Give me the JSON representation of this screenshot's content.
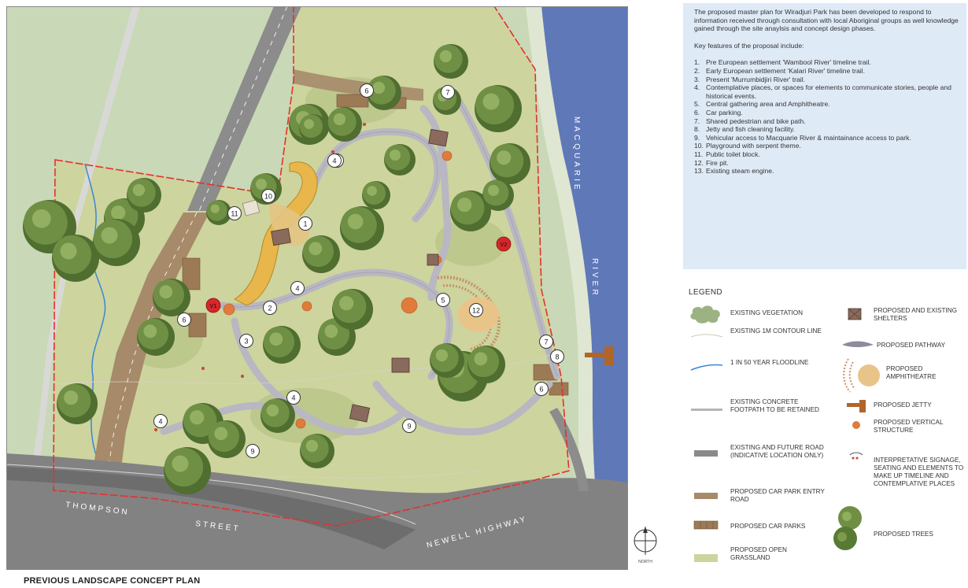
{
  "map": {
    "street_thompson": "THOMPSON",
    "street_street": "STREET",
    "newell_highway": "NEWELL HIGHWAY",
    "river_macquarie": "MACQUARIE",
    "river_river": "RIVER",
    "colors": {
      "background": "#c8d9b8",
      "grass": "#cfd69e",
      "road": "#8a8a8a",
      "road_dark": "#6f6f6f",
      "river": "#5d76b6",
      "tree": "#6f8f45",
      "tree_dark": "#4f6e2f",
      "path": "#b7b6bf",
      "car_park_road": "#a6896a",
      "boundary": "#e53030",
      "floodline": "#3a86d6"
    },
    "markers": [
      {
        "label": "1"
      },
      {
        "label": "1"
      },
      {
        "label": "2"
      },
      {
        "label": "3"
      },
      {
        "label": "4"
      },
      {
        "label": "4"
      },
      {
        "label": "4"
      },
      {
        "label": "4"
      },
      {
        "label": "5"
      },
      {
        "label": "6"
      },
      {
        "label": "6"
      },
      {
        "label": "6"
      },
      {
        "label": "7"
      },
      {
        "label": "7"
      },
      {
        "label": "8"
      },
      {
        "label": "9"
      },
      {
        "label": "9"
      },
      {
        "label": "10"
      },
      {
        "label": "11"
      },
      {
        "label": "12"
      }
    ],
    "access_markers": [
      {
        "label": "V1"
      },
      {
        "label": "V2"
      }
    ]
  },
  "caption": "PREVIOUS LANDSCAPE CONCEPT PLAN",
  "north_label": "NORTH",
  "info": {
    "intro": "The proposed master plan for Wiradjuri Park has been developed to respond to information received through consultation with local Aboriginal groups as well knowledge gained through the site anaylsis and concept design phases.",
    "key_heading": "Key features of the proposal include:",
    "features": [
      {
        "n": "1.",
        "text": "Pre European settlement 'Wambool River' timeline trail."
      },
      {
        "n": "2.",
        "text": "Early European settlement 'Kalari River' timeline trail."
      },
      {
        "n": "3.",
        "text": "Present 'Murrumbidjiri River' trail."
      },
      {
        "n": "4.",
        "text": "Contemplative places, or spaces for elements to communicate stories, people and historical events."
      },
      {
        "n": "5.",
        "text": "Central gathering area and Amphitheatre."
      },
      {
        "n": "6.",
        "text": "Car parking."
      },
      {
        "n": "7.",
        "text": "Shared pedestrian and bike path."
      },
      {
        "n": "8.",
        "text": "Jetty and fish cleaning facility."
      },
      {
        "n": "9.",
        "text": "Vehicular access to Macquarie River & maintainance access to park."
      },
      {
        "n": "10.",
        "text": "Playground with serpent theme."
      },
      {
        "n": "11.",
        "text": "Public toilet block."
      },
      {
        "n": "12.",
        "text": "Fire pit."
      },
      {
        "n": "13.",
        "text": "Existing steam engine."
      }
    ]
  },
  "legend": {
    "title": "LEGEND",
    "items": {
      "existing_vegetation": "EXISTING VEGETATION",
      "contour": "EXISTING 1M CONTOUR LINE",
      "floodline": "1 IN 50 YEAR FLOODLINE",
      "footpath": "EXISTING CONCRETE FOOTPATH TO BE RETAINED",
      "road": "EXISTING AND FUTURE ROAD (INDICATIVE LOCATION ONLY)",
      "car_park_entry": "PROPOSED CAR PARK ENTRY ROAD",
      "car_parks": "PROPOSED CAR PARKS",
      "open_grassland": "PROPOSED OPEN GRASSLAND",
      "shelters": "PROPOSED AND EXISTING SHELTERS",
      "pathway": "PROPOSED PATHWAY",
      "amphitheatre": "PROPOSED AMPHITHEATRE",
      "jetty": "PROPOSED JETTY",
      "vertical_structure": "PROPOSED VERTICAL STRUCTURE",
      "signage": "INTERPRETATIVE SIGNAGE, SEATING AND ELEMENTS TO MAKE UP TIMELINE AND CONTEMPLATIVE PLACES",
      "trees": "PROPOSED TREES"
    }
  }
}
